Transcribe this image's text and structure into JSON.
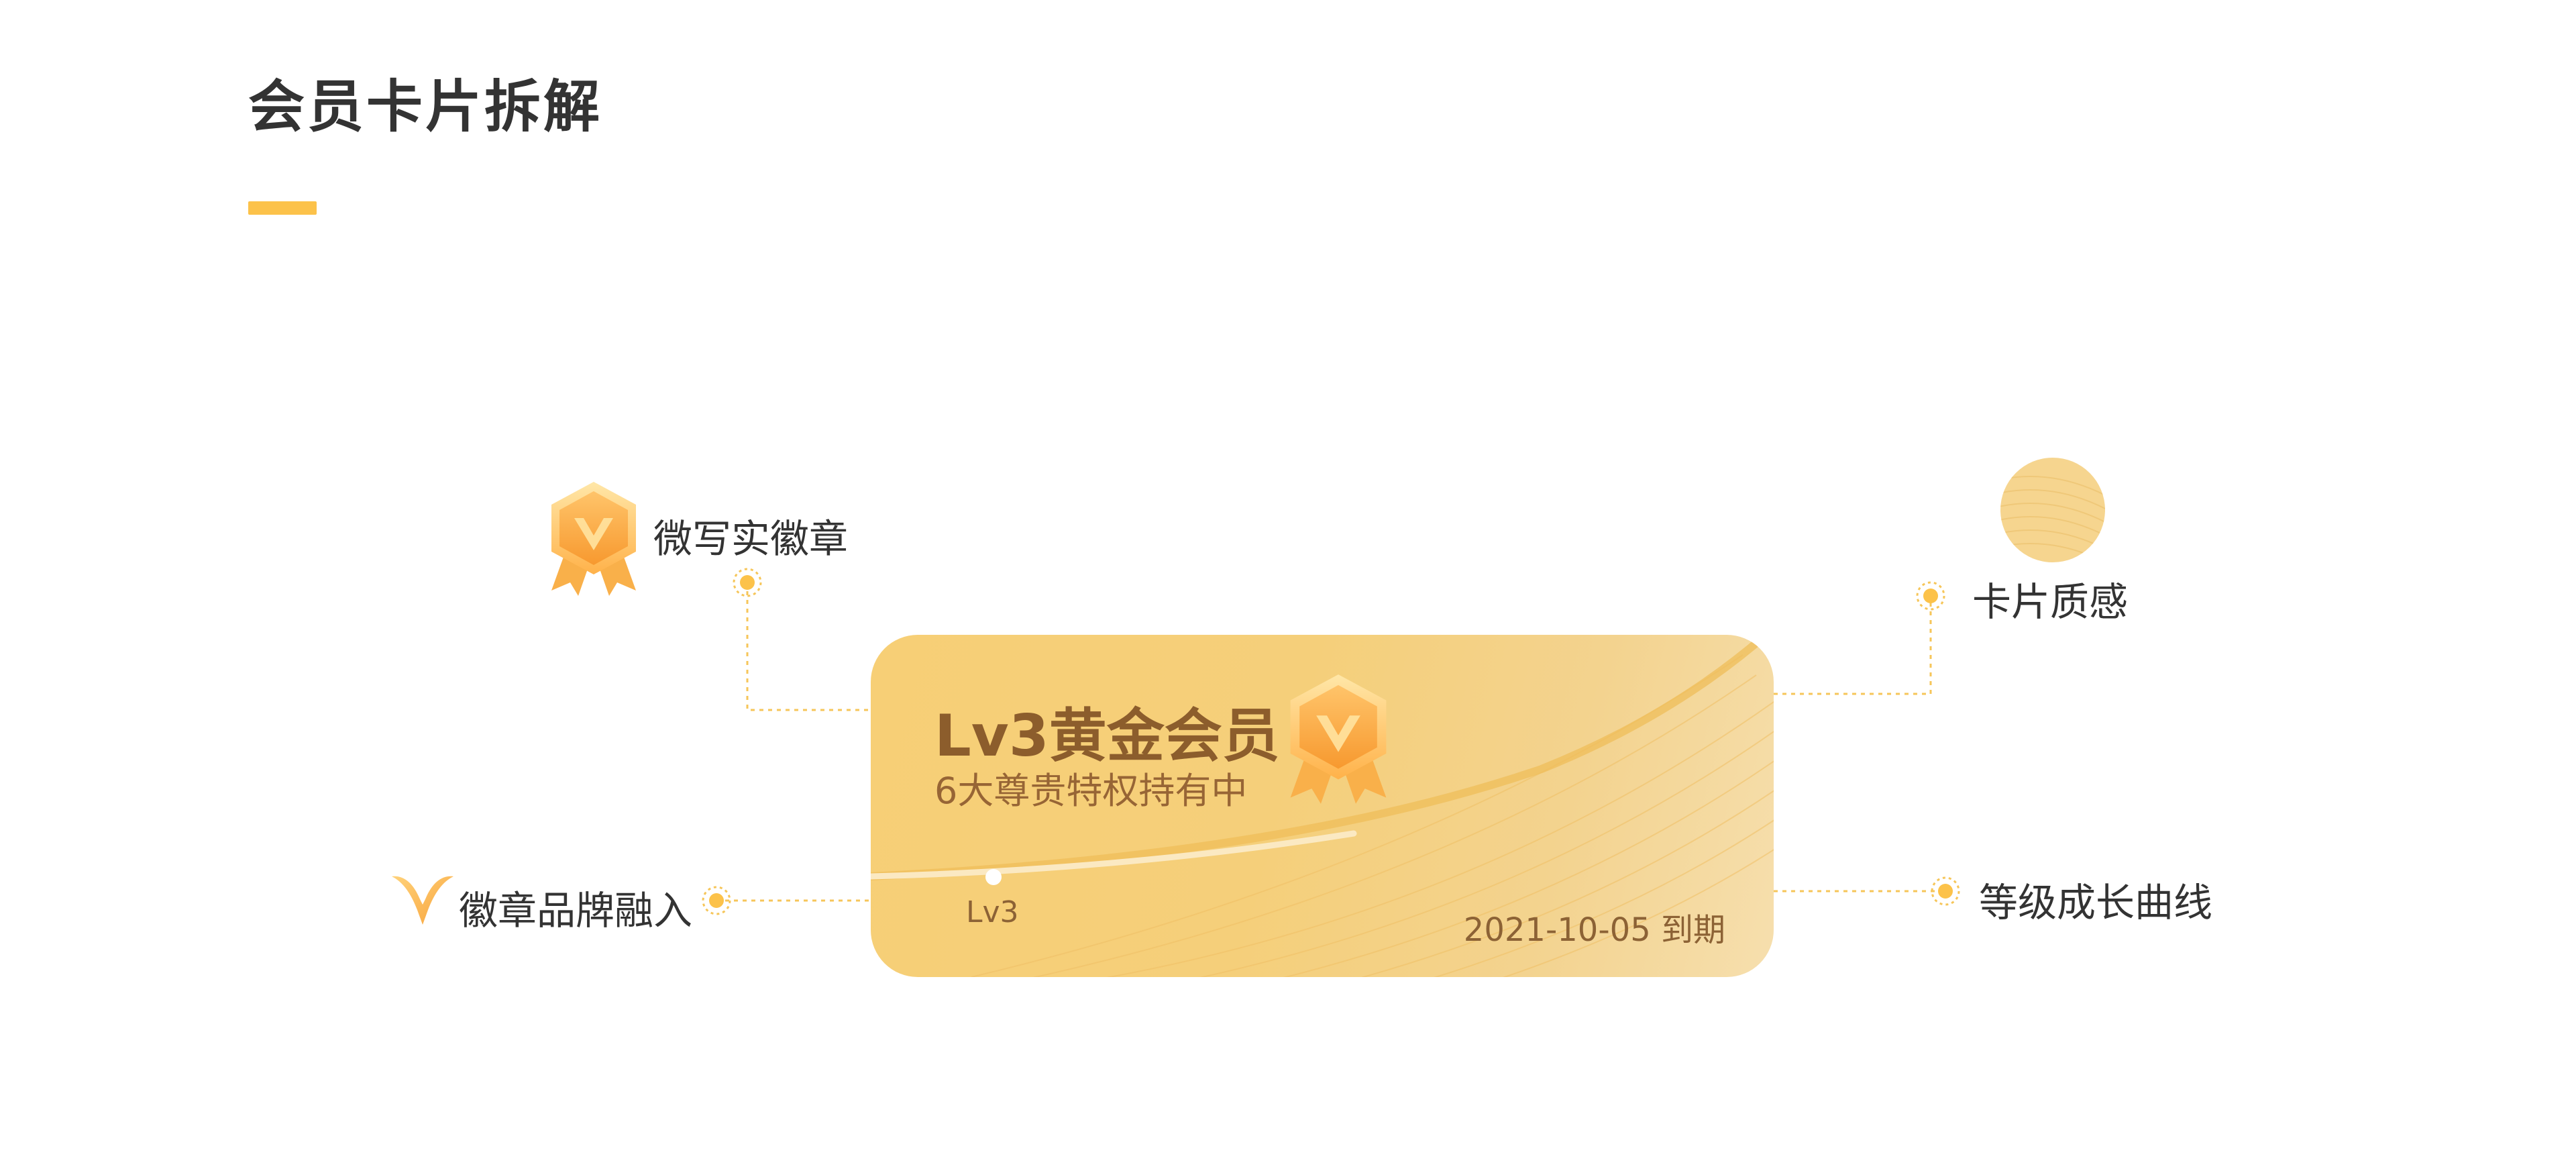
{
  "page": {
    "title": "会员卡片拆解",
    "accent_color": "#fcc24a"
  },
  "card": {
    "title": "Lv3黄金会员",
    "subtitle": "6大尊贵特权持有中",
    "level_label": "Lv3",
    "expiry": "2021-10-05 到期",
    "badge_icon": "medal-v-icon"
  },
  "callouts": {
    "badge": {
      "label": "微写实徽章",
      "icon": "medal-v-icon"
    },
    "brand": {
      "label": "徽章品牌融入",
      "icon": "brand-v-icon"
    },
    "texture": {
      "label": "卡片质感",
      "icon": "texture-swatch-icon"
    },
    "curve": {
      "label": "等级成长曲线"
    }
  },
  "colors": {
    "card_gold": "#f7cf76",
    "card_text": "#8c5d2c",
    "connector": "#f6c65a"
  }
}
